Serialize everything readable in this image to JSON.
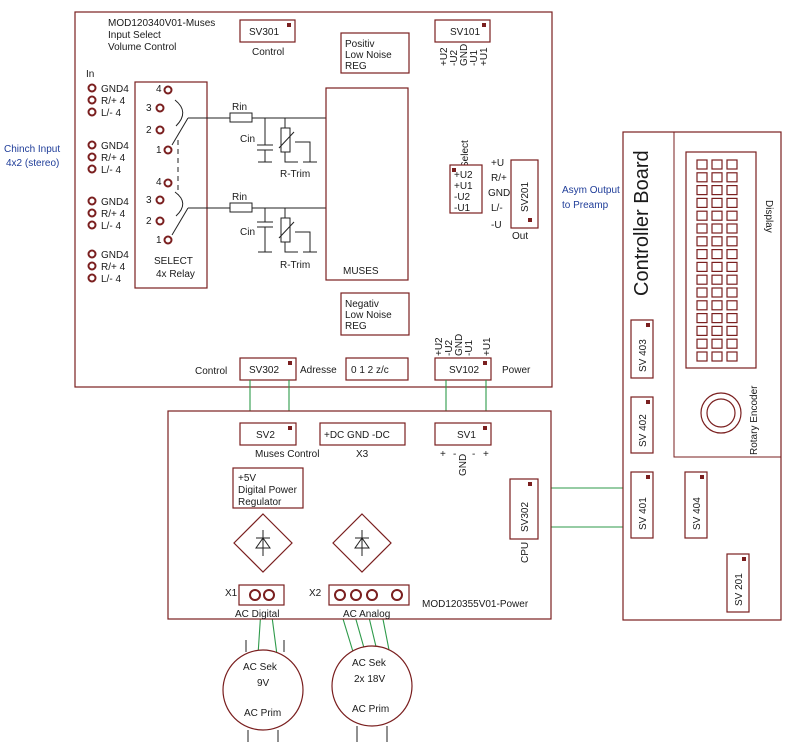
{
  "left_note": {
    "line1": "Chinch Input",
    "line2": "4x2 (stereo)"
  },
  "right_note": {
    "line1": "Asym Output",
    "line2": "to Preamp"
  },
  "muses_board": {
    "title1": "MOD120340V01-Muses",
    "title2": "Input Select",
    "title3": "Volume Control",
    "sv301": "SV301",
    "control": "Control",
    "sv101": "SV101",
    "sv101_pins": [
      "+U2",
      "-U2",
      "GND",
      "-U1",
      "+U1"
    ],
    "pos_reg": [
      "Positiv",
      "Low Noise",
      "REG"
    ],
    "neg_reg": [
      "Negativ",
      "Low Noise",
      "REG"
    ],
    "in_label": "In",
    "input_labels": [
      "GND4",
      "R/+ 4",
      "L/- 4"
    ],
    "relay_nums": [
      "4",
      "3",
      "2",
      "1"
    ],
    "select_label": "SELECT",
    "relay_label": "4x Relay",
    "rin": "Rin",
    "cin": "Cin",
    "rtrim": "R-Trim",
    "muses": "MUSES",
    "select_title": "Select",
    "select_pins": [
      "+U2",
      "+U1",
      "-U2",
      "-U1"
    ],
    "out_pins": [
      "+U",
      "R/+",
      "GND",
      "L/-",
      "-U"
    ],
    "sv201": "SV201",
    "out": "Out",
    "sv302": "SV302",
    "adresse": "Adresse",
    "address_vals": "0  1  2  z/c",
    "sv102": "SV102",
    "sv102_pins": [
      "+U2",
      "-U2",
      "GND",
      "-U1",
      "+U1"
    ],
    "power": "Power"
  },
  "power_board": {
    "sv2": "SV2",
    "muses_control": "Muses Control",
    "x3_pins": "+DC  GND -DC",
    "x3": "X3",
    "sv1": "SV1",
    "sv1_pins": [
      "+",
      "-",
      "GND",
      "-",
      "+"
    ],
    "reg": [
      "+5V",
      "Digital Power",
      "Regulator"
    ],
    "sv302": "SV302",
    "cpu": "CPU",
    "x1": "X1",
    "ac_digital": "AC Digital",
    "x2": "X2",
    "ac_analog": "AC Analog",
    "title": "MOD120355V01-Power"
  },
  "transformers": [
    {
      "top": "AC Sek",
      "mid": "9V",
      "bottom": "AC Prim"
    },
    {
      "top": "AC Sek",
      "mid": "2x 18V",
      "bottom": "AC Prim"
    }
  ],
  "controller": {
    "title": "Controller Board",
    "display": "Display",
    "rotary": "Rotary Encoder",
    "sv403": "SV 403",
    "sv402": "SV 402",
    "sv401": "SV 401",
    "sv404": "SV 404",
    "sv201": "SV 201"
  }
}
